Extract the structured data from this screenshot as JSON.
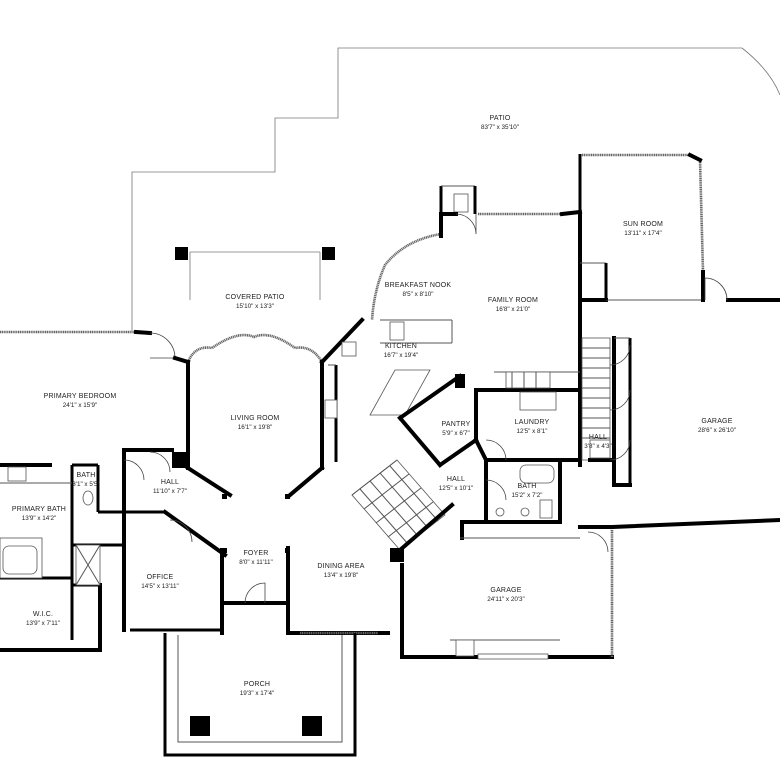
{
  "rooms": [
    {
      "id": "patio",
      "name": "PATIO",
      "dims": "83'7\" x 35'10\""
    },
    {
      "id": "sun-room",
      "name": "SUN ROOM",
      "dims": "13'11\" x 17'4\""
    },
    {
      "id": "breakfast-nook",
      "name": "BREAKFAST NOOK",
      "dims": "8'5\" x 8'10\""
    },
    {
      "id": "family-room",
      "name": "FAMILY ROOM",
      "dims": "16'8\" x 21'0\""
    },
    {
      "id": "covered-patio",
      "name": "COVERED PATIO",
      "dims": "15'10\" x 13'3\""
    },
    {
      "id": "kitchen",
      "name": "KITCHEN",
      "dims": "16'7\" x 19'4\""
    },
    {
      "id": "primary-bedroom",
      "name": "PRIMARY BEDROOM",
      "dims": "24'1\" x 15'9\""
    },
    {
      "id": "living-room",
      "name": "LIVING ROOM",
      "dims": "16'1\" x 19'8\""
    },
    {
      "id": "pantry",
      "name": "PANTRY",
      "dims": "5'9\" x 6'7\""
    },
    {
      "id": "laundry",
      "name": "LAUNDRY",
      "dims": "12'5\" x 8'1\""
    },
    {
      "id": "garage-east",
      "name": "GARAGE",
      "dims": "28'6\" x 26'10\""
    },
    {
      "id": "hall-east",
      "name": "HALL",
      "dims": "3'8\" x 4'3\""
    },
    {
      "id": "bath-small",
      "name": "BATH",
      "dims": "3'1\" x 5'5\""
    },
    {
      "id": "hall-west",
      "name": "HALL",
      "dims": "11'10\" x 7'7\""
    },
    {
      "id": "hall-center",
      "name": "HALL",
      "dims": "12'5\" x 10'1\""
    },
    {
      "id": "bath-center",
      "name": "BATH",
      "dims": "15'2\" x 7'2\""
    },
    {
      "id": "primary-bath",
      "name": "PRIMARY BATH",
      "dims": "13'9\" x 14'2\""
    },
    {
      "id": "office",
      "name": "OFFICE",
      "dims": "14'5\" x 13'11\""
    },
    {
      "id": "foyer",
      "name": "FOYER",
      "dims": "8'0\" x 11'11\""
    },
    {
      "id": "dining-area",
      "name": "DINING AREA",
      "dims": "13'4\" x 19'8\""
    },
    {
      "id": "garage-south",
      "name": "GARAGE",
      "dims": "24'11\" x 20'3\""
    },
    {
      "id": "wic",
      "name": "W.I.C.",
      "dims": "13'9\" x 7'11\""
    },
    {
      "id": "porch",
      "name": "PORCH",
      "dims": "19'3\" x 17'4\""
    }
  ]
}
